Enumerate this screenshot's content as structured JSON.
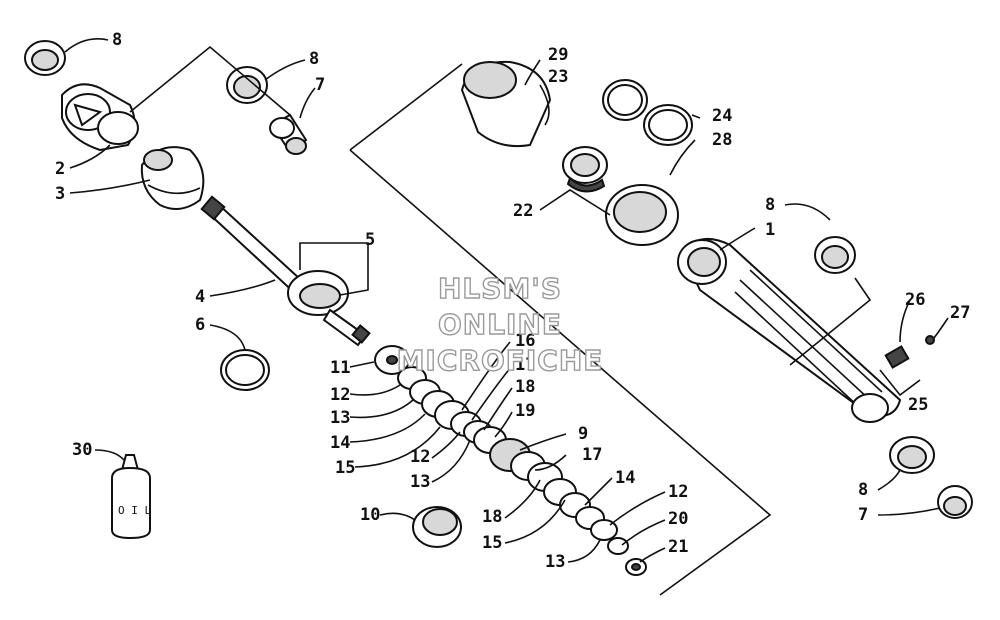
{
  "diagram": {
    "watermark_lines": [
      "HLSM'S",
      "ONLINE",
      "MICROFICHE"
    ],
    "bottle_label": "O I L",
    "callouts": [
      {
        "id": "c8a",
        "label": "8"
      },
      {
        "id": "c8b",
        "label": "8"
      },
      {
        "id": "c7a",
        "label": "7"
      },
      {
        "id": "c2",
        "label": "2"
      },
      {
        "id": "c3",
        "label": "3"
      },
      {
        "id": "c4",
        "label": "4"
      },
      {
        "id": "c5",
        "label": "5"
      },
      {
        "id": "c6",
        "label": "6"
      },
      {
        "id": "c11",
        "label": "11"
      },
      {
        "id": "c12a",
        "label": "12"
      },
      {
        "id": "c13a",
        "label": "13"
      },
      {
        "id": "c14a",
        "label": "14"
      },
      {
        "id": "c15a",
        "label": "15"
      },
      {
        "id": "c16",
        "label": "16"
      },
      {
        "id": "c17a",
        "label": "17"
      },
      {
        "id": "c18a",
        "label": "18"
      },
      {
        "id": "c19",
        "label": "19"
      },
      {
        "id": "c12b",
        "label": "12"
      },
      {
        "id": "c13b",
        "label": "13"
      },
      {
        "id": "c9",
        "label": "9"
      },
      {
        "id": "c17b",
        "label": "17"
      },
      {
        "id": "c14b",
        "label": "14"
      },
      {
        "id": "c12c",
        "label": "12"
      },
      {
        "id": "c10",
        "label": "10"
      },
      {
        "id": "c18b",
        "label": "18"
      },
      {
        "id": "c20",
        "label": "20"
      },
      {
        "id": "c15b",
        "label": "15"
      },
      {
        "id": "c21",
        "label": "21"
      },
      {
        "id": "c13c",
        "label": "13"
      },
      {
        "id": "c29",
        "label": "29"
      },
      {
        "id": "c23",
        "label": "23"
      },
      {
        "id": "c24",
        "label": "24"
      },
      {
        "id": "c28",
        "label": "28"
      },
      {
        "id": "c22",
        "label": "22"
      },
      {
        "id": "c8c",
        "label": "8"
      },
      {
        "id": "c1",
        "label": "1"
      },
      {
        "id": "c26",
        "label": "26"
      },
      {
        "id": "c27",
        "label": "27"
      },
      {
        "id": "c25",
        "label": "25"
      },
      {
        "id": "c8d",
        "label": "8"
      },
      {
        "id": "c7b",
        "label": "7"
      },
      {
        "id": "c30",
        "label": "30"
      }
    ]
  }
}
